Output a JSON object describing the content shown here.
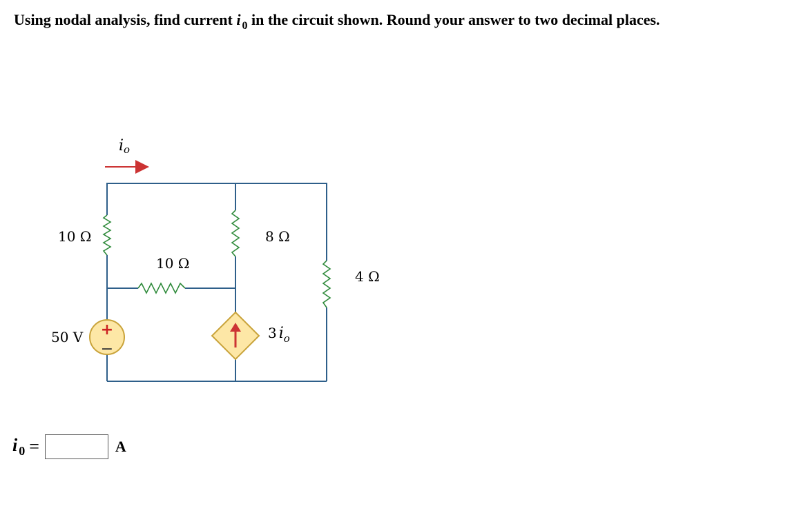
{
  "question": {
    "prefix": "Using nodal analysis, find current ",
    "var": "i",
    "var_sub": "0",
    "suffix": " in the circuit shown. Round your answer to two decimal places."
  },
  "circuit": {
    "io_label_var": "i",
    "io_label_sub": "o",
    "labels": {
      "r1": "10 Ω",
      "r2": "10 Ω",
      "r3": "8 Ω",
      "r4": "4 Ω",
      "source": "50 V",
      "plus": "+",
      "minus": "−",
      "dep_coef": "3",
      "dep_var": "i",
      "dep_sub": "o"
    },
    "colors": {
      "wire": "#2e5f8a",
      "arrow": "#cc3333",
      "source_fill": "#fde7a6",
      "source_stroke": "#c9a33a",
      "plus_color": "#cc2222"
    }
  },
  "answer": {
    "var": "i",
    "var_sub": "0",
    "equals": "=",
    "value": "",
    "unit": "A"
  }
}
